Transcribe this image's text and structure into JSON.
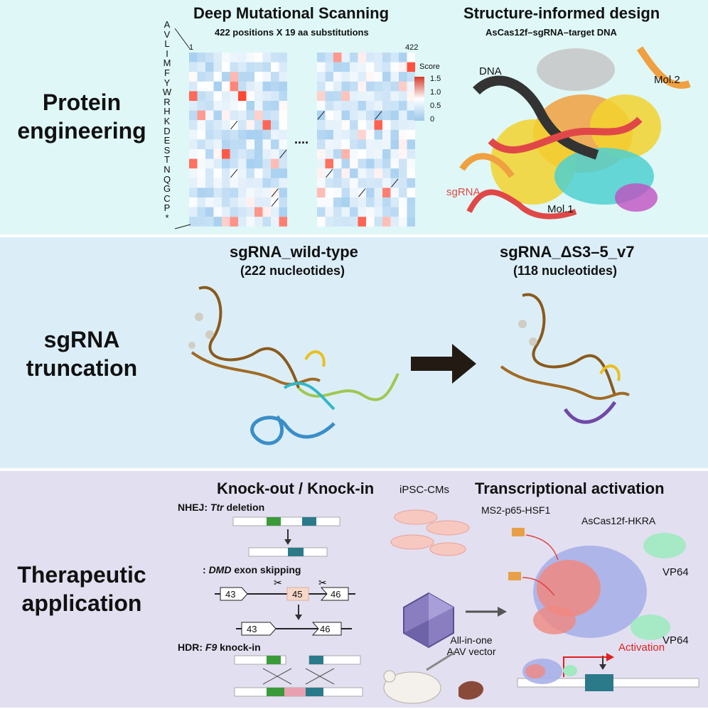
{
  "panel1": {
    "row_label_line1": "Protein",
    "row_label_line2": "engineering",
    "dms": {
      "title": "Deep Mutational Scanning",
      "subtitle": "422 positions X 19 aa substitutions",
      "aa_labels": [
        "A",
        "V",
        "L",
        "I",
        "M",
        "F",
        "Y",
        "W",
        "R",
        "H",
        "K",
        "D",
        "E",
        "S",
        "T",
        "N",
        "Q",
        "G",
        "C",
        "P",
        "*"
      ],
      "pos_start": "1",
      "pos_end": "422",
      "ellipsis": "....",
      "colorbar_title": "Score",
      "colorbar_ticks": [
        "1.5",
        "1.0",
        "0.5",
        "0"
      ],
      "colors": {
        "high": "#d63a2b",
        "low": "#5aa0d6",
        "mid": "#ffffff"
      }
    },
    "structure": {
      "title": "Structure-informed design",
      "subtitle": "AsCas12f–sgRNA–target DNA",
      "label_dna": "DNA",
      "label_mol2": "Mol.2",
      "label_sgrna": "sgRNA",
      "label_mol1": "Mol.1"
    }
  },
  "panel2": {
    "row_label_line1": "sgRNA",
    "row_label_line2": "truncation",
    "wt_title": "sgRNA_wild-type",
    "wt_sub": "(222 nucleotides)",
    "trunc_title": "sgRNA_ΔS3–5_v7",
    "trunc_sub": "(118 nucleotides)"
  },
  "panel3": {
    "row_label_line1": "Therapeutic",
    "row_label_line2": "application",
    "ko": {
      "title": "Knock-out / Knock-in",
      "nhej_prefix": "NHEJ: ",
      "nhej_gene": "Ttr",
      "nhej_suffix": " deletion",
      "dmd_prefix": ": ",
      "dmd_gene": "DMD",
      "dmd_suffix": " exon skipping",
      "exons": [
        "43",
        "45",
        "46"
      ],
      "hdr_prefix": "HDR: ",
      "hdr_gene": "F9",
      "hdr_suffix": " knock-in"
    },
    "middle": {
      "ipsc": "iPSC-CMs",
      "aav_line1": "All-in-one",
      "aav_line2": "AAV vector"
    },
    "ta": {
      "title": "Transcriptional activation",
      "ms2": "MS2-p65-HSF1",
      "hkra": "AsCas12f-HKRA",
      "vp64": "VP64",
      "activation": "Activation"
    }
  }
}
